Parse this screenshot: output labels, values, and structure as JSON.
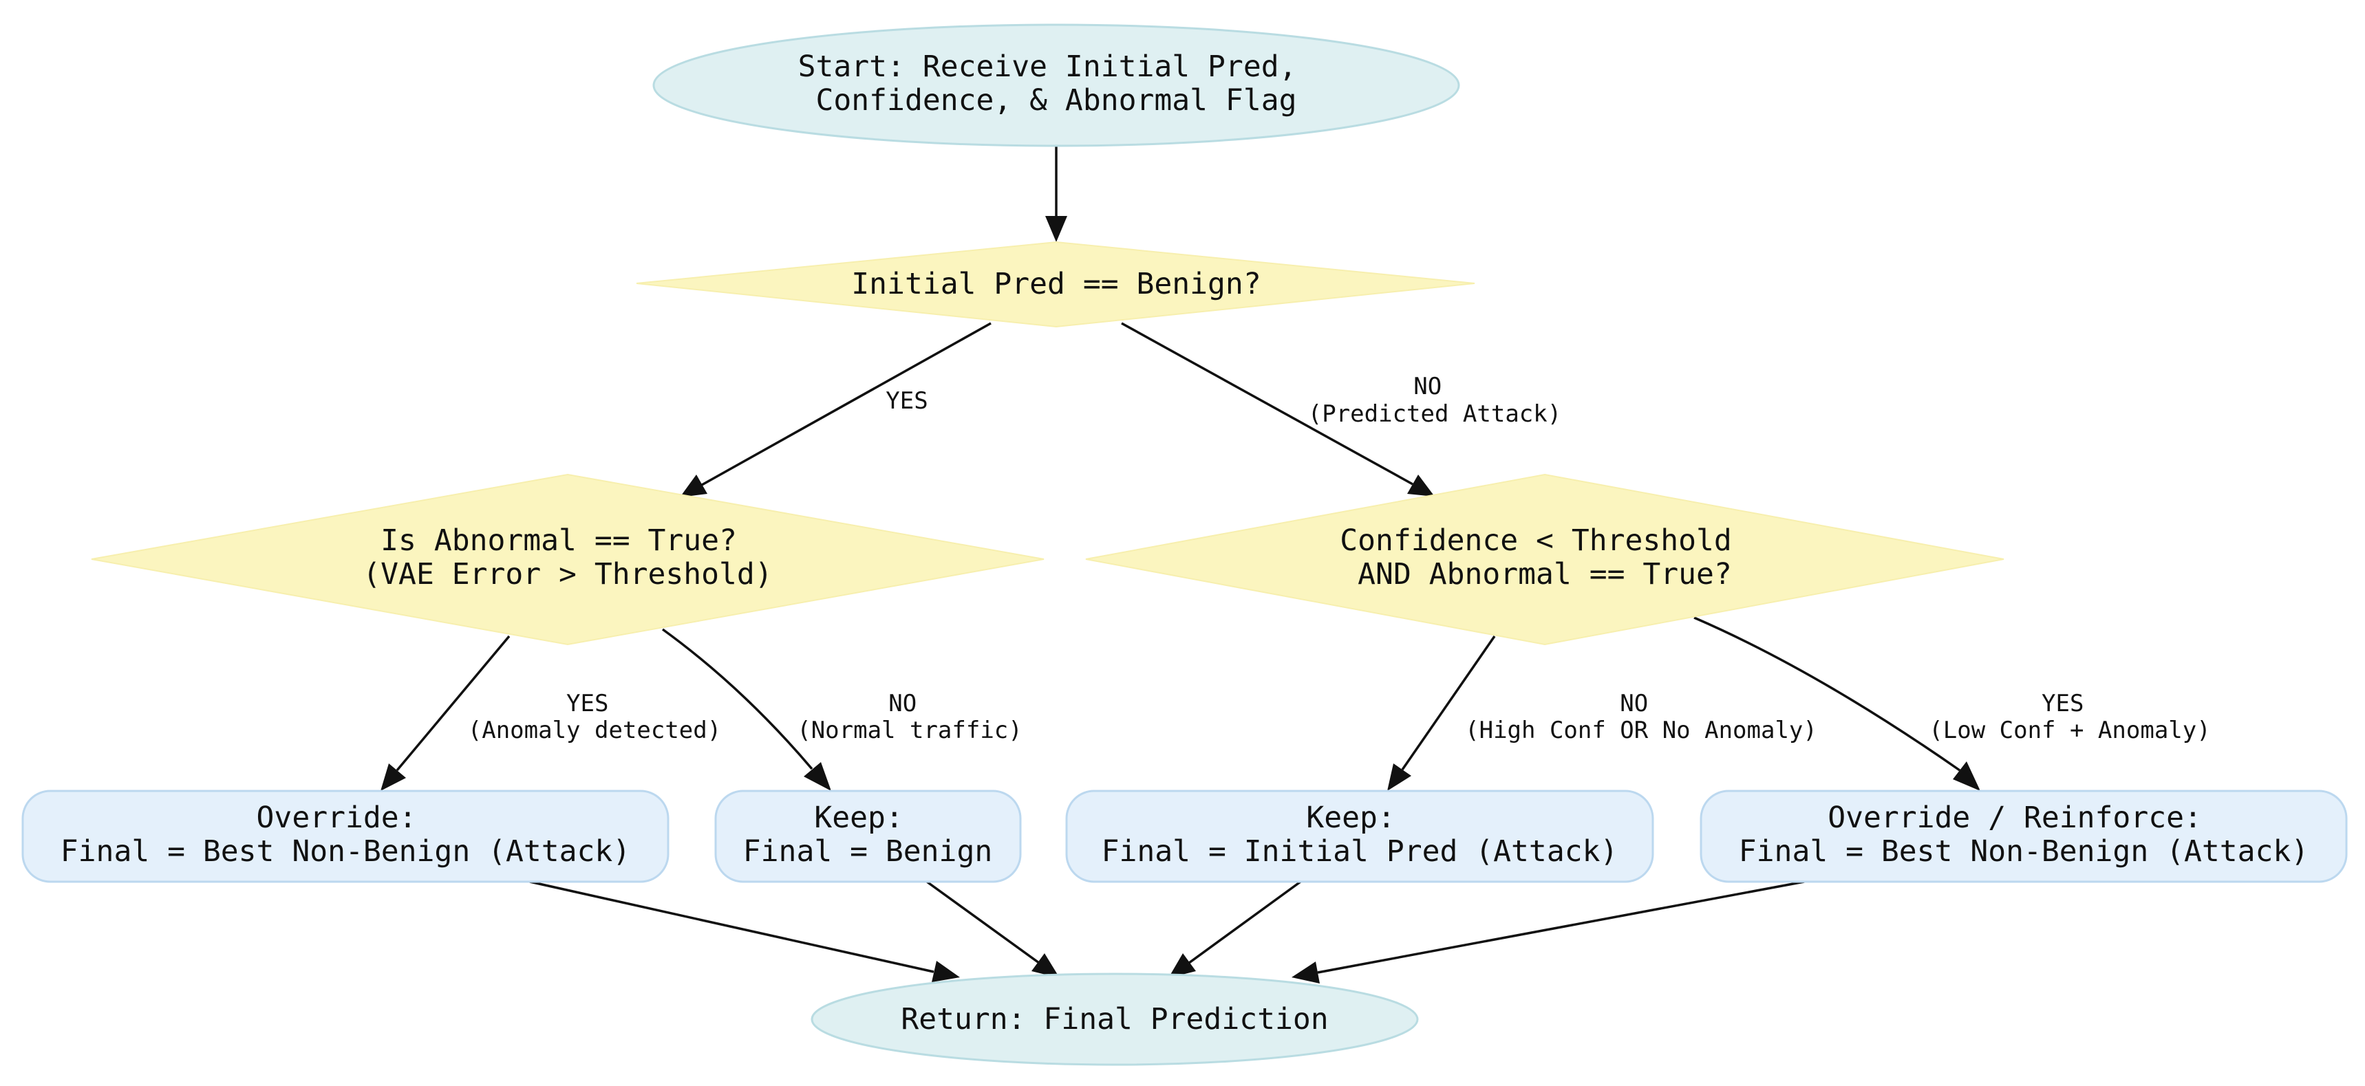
{
  "nodes": {
    "start": {
      "lines": [
        "Start: Receive Initial Pred,",
        "Confidence, & Abnormal Flag"
      ],
      "color": "#dff0f2"
    },
    "is_benign": {
      "lines": [
        "Initial Pred == Benign?"
      ],
      "color": "#fbf5bf"
    },
    "is_abnormal": {
      "lines": [
        "Is Abnormal == True?",
        "(VAE Error > Threshold)"
      ],
      "color": "#fbf5bf"
    },
    "low_conf": {
      "lines": [
        "Confidence < Threshold",
        "AND Abnormal == True?"
      ],
      "color": "#fbf5bf"
    },
    "override_attack": {
      "lines": [
        "Override:",
        "Final = Best Non-Benign (Attack)"
      ],
      "color": "#e4f0fb"
    },
    "keep_benign": {
      "lines": [
        "Keep:",
        "Final = Benign"
      ],
      "color": "#e4f0fb"
    },
    "keep_initial": {
      "lines": [
        "Keep:",
        "Final = Initial Pred (Attack)"
      ],
      "color": "#e4f0fb"
    },
    "override_reinforce": {
      "lines": [
        "Override / Reinforce:",
        "Final = Best Non-Benign (Attack)"
      ],
      "color": "#e4f0fb"
    },
    "return": {
      "lines": [
        "Return: Final Prediction"
      ],
      "color": "#dff0f2"
    }
  },
  "edges": {
    "benign_yes": {
      "lines": [
        "YES"
      ]
    },
    "benign_no": {
      "lines": [
        "NO",
        "(Predicted Attack)"
      ]
    },
    "abnormal_yes": {
      "lines": [
        "YES",
        "(Anomaly detected)"
      ]
    },
    "abnormal_no": {
      "lines": [
        "NO",
        "(Normal traffic)"
      ]
    },
    "conf_no": {
      "lines": [
        "NO",
        "(High Conf OR No Anomaly)"
      ]
    },
    "conf_yes": {
      "lines": [
        "YES",
        "(Low Conf + Anomaly)"
      ]
    }
  }
}
